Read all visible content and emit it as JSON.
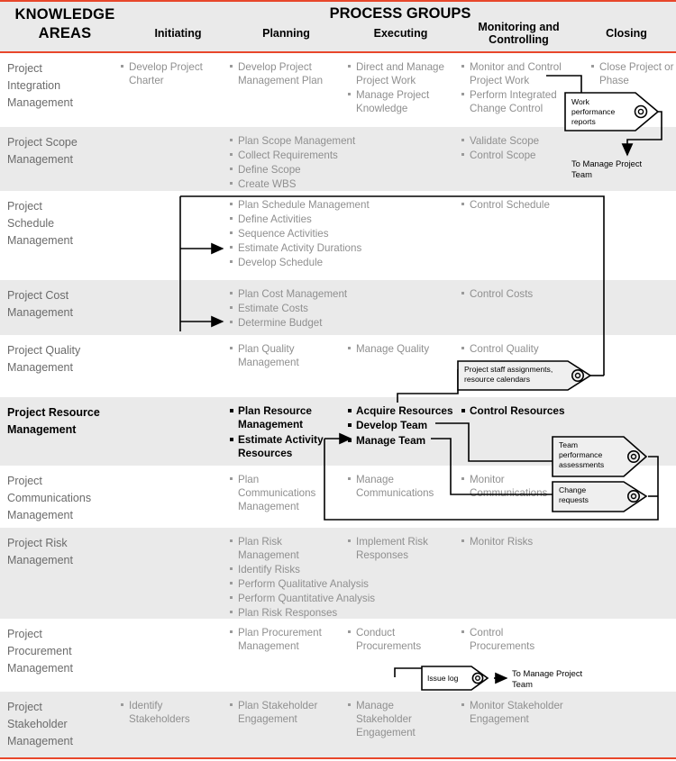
{
  "header": {
    "knowledge_areas_title": "KNOWLEDGE\nAREAS",
    "process_groups_title": "PROCESS GROUPS",
    "groups": [
      {
        "label": "Initiating"
      },
      {
        "label": "Planning"
      },
      {
        "label": "Executing"
      },
      {
        "label": "Monitoring and\nControlling"
      },
      {
        "label": "Closing"
      }
    ]
  },
  "colors": {
    "rule_red": "#e8472b",
    "band_gray": "#eaeaea",
    "text_gray": "#8f8f8f",
    "area_gray": "#6b6b6b",
    "highlight_black": "#000000"
  },
  "rows": [
    {
      "area": "Project\nIntegration\nManagement",
      "highlight": false,
      "initiating": [
        "Develop Project Charter"
      ],
      "planning": [
        "Develop Project Management Plan"
      ],
      "executing": [
        "Direct and Manage Project Work",
        "Manage Project Knowledge"
      ],
      "monitoring": [
        "Monitor and Control Project Work",
        "Perform Integrated Change Control"
      ],
      "closing": [
        "Close Project or Phase"
      ]
    },
    {
      "area": "Project Scope\nManagement",
      "highlight": false,
      "initiating": [],
      "planning": [
        "Plan Scope Management",
        "Collect Requirements",
        "Define Scope",
        "Create WBS"
      ],
      "executing": [],
      "monitoring": [
        "Validate Scope",
        "Control Scope"
      ],
      "closing": []
    },
    {
      "area": "Project\nSchedule\nManagement",
      "highlight": false,
      "initiating": [],
      "planning": [
        "Plan Schedule Management",
        "Define Activities",
        "Sequence Activities",
        "Estimate Activity Durations",
        "Develop Schedule"
      ],
      "executing": [],
      "monitoring": [
        "Control Schedule"
      ],
      "closing": []
    },
    {
      "area": "Project Cost\nManagement",
      "highlight": false,
      "initiating": [],
      "planning": [
        "Plan Cost Management",
        "Estimate Costs",
        "Determine Budget"
      ],
      "executing": [],
      "monitoring": [
        "Control Costs"
      ],
      "closing": []
    },
    {
      "area": "Project Quality\nManagement",
      "highlight": false,
      "initiating": [],
      "planning": [
        "Plan Quality Management"
      ],
      "executing": [
        "Manage Quality"
      ],
      "monitoring": [
        "Control Quality"
      ],
      "closing": []
    },
    {
      "area": "Project Resource\nManagement",
      "highlight": true,
      "initiating": [],
      "planning": [
        "Plan Resource Management",
        "Estimate Activity Resources"
      ],
      "executing": [
        "Acquire Resources",
        "Develop Team",
        "Manage Team"
      ],
      "monitoring": [
        "Control Resources"
      ],
      "closing": []
    },
    {
      "area": "Project\nCommunications\nManagement",
      "highlight": false,
      "initiating": [],
      "planning": [
        "Plan Communications Management"
      ],
      "executing": [
        "Manage Communications"
      ],
      "monitoring": [
        "Monitor Communications"
      ],
      "closing": []
    },
    {
      "area": "Project Risk\nManagement",
      "highlight": false,
      "initiating": [],
      "planning": [
        "Plan Risk Management",
        "Identify Risks",
        "Perform Qualitative Analysis",
        "Perform Quantitative Analysis",
        "Plan Risk Responses"
      ],
      "executing": [
        "Implement Risk Responses"
      ],
      "monitoring": [
        "Monitor Risks"
      ],
      "closing": []
    },
    {
      "area": "Project\nProcurement\nManagement",
      "highlight": false,
      "initiating": [],
      "planning": [
        "Plan Procurement Management"
      ],
      "executing": [
        "Conduct Procurements"
      ],
      "monitoring": [
        "Control Procurements"
      ],
      "closing": []
    },
    {
      "area": "Project\nStakeholder\nManagement",
      "highlight": false,
      "initiating": [
        "Identify Stakeholders"
      ],
      "planning": [
        "Plan Stakeholder Engagement"
      ],
      "executing": [
        "Manage Stakeholder Engagement"
      ],
      "monitoring": [
        "Monitor Stakeholder Engagement"
      ],
      "closing": []
    }
  ],
  "tags": [
    {
      "id": "work-performance-reports",
      "text": "Work\nperformance\nreports"
    },
    {
      "id": "project-staff-assignments",
      "text": "Project staff assignments,\nresource calendars"
    },
    {
      "id": "team-performance-assessments",
      "text": "Team\nperformance\nassessments"
    },
    {
      "id": "change-requests",
      "text": "Change\nrequests"
    },
    {
      "id": "issue-log",
      "text": "Issue log"
    }
  ],
  "external_labels": [
    {
      "id": "to-manage-project-team-top",
      "text": "To Manage Project\nTeam"
    },
    {
      "id": "to-manage-project-team-bottom",
      "text": "To Manage Project\nTeam"
    }
  ]
}
